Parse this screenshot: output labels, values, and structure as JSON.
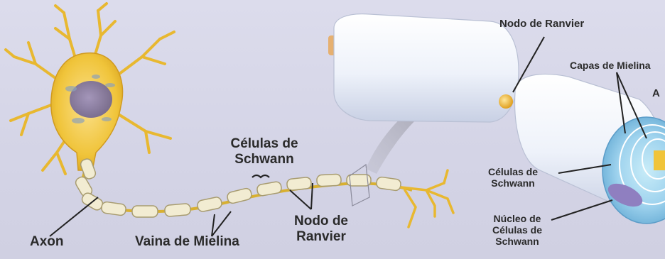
{
  "labels": {
    "axon": "Axon",
    "vaina": "Vaina de Mielina",
    "celulas_schwann_line1": "Células de",
    "celulas_schwann_line2": "Schwann",
    "nodo_line1": "Nodo de",
    "nodo_line2": "Ranvier",
    "nodo_ranvier_top": "Nodo de Ranvier",
    "capas": "Capas de Mielina",
    "a_partial": "A",
    "celulas_right_line1": "Células de",
    "celulas_right_line2": "Schwann",
    "nucleo_line1": "Núcleo de",
    "nucleo_line2": "Células de",
    "nucleo_line3": "Schwann"
  },
  "colors": {
    "background": "#d8d8e8",
    "neuron": "#f0c43a",
    "myelin": "#f2ecd2",
    "schwann_sheath": "#eef2fa",
    "layers": "#8fc6e4",
    "nucleus": "#8f7fc0",
    "arrow": "#9a9aa6"
  }
}
